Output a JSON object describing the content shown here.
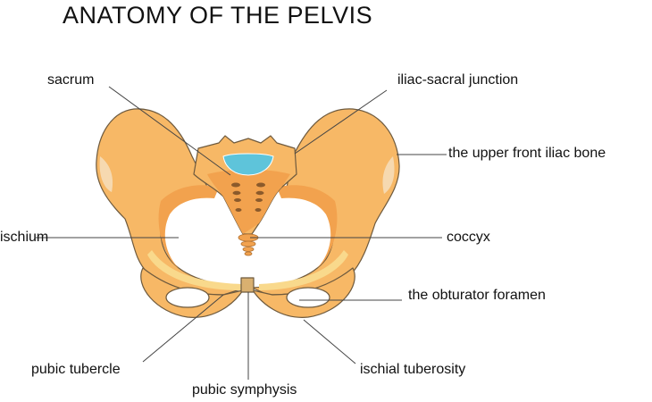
{
  "title": "ANATOMY OF THE PELVIS",
  "labels": {
    "sacrum": "sacrum",
    "iliac_sacral_junction": "iliac-sacral junction",
    "upper_front_iliac_bone": "the upper front iliac bone",
    "ischium": "ischium",
    "coccyx": "coccyx",
    "obturator_foramen": "the obturator foramen",
    "pubic_tubercle": "pubic tubercle",
    "pubic_symphysis": "pubic symphysis",
    "ischial_tuberosity": "ischial tuberosity"
  },
  "colors": {
    "bone": "#F7B866",
    "bone_dark": "#F2A24E",
    "bone_light": "#F9D98C",
    "outline": "#6E5A3E",
    "disc": "#5EC4DA",
    "leader": "#444444"
  }
}
